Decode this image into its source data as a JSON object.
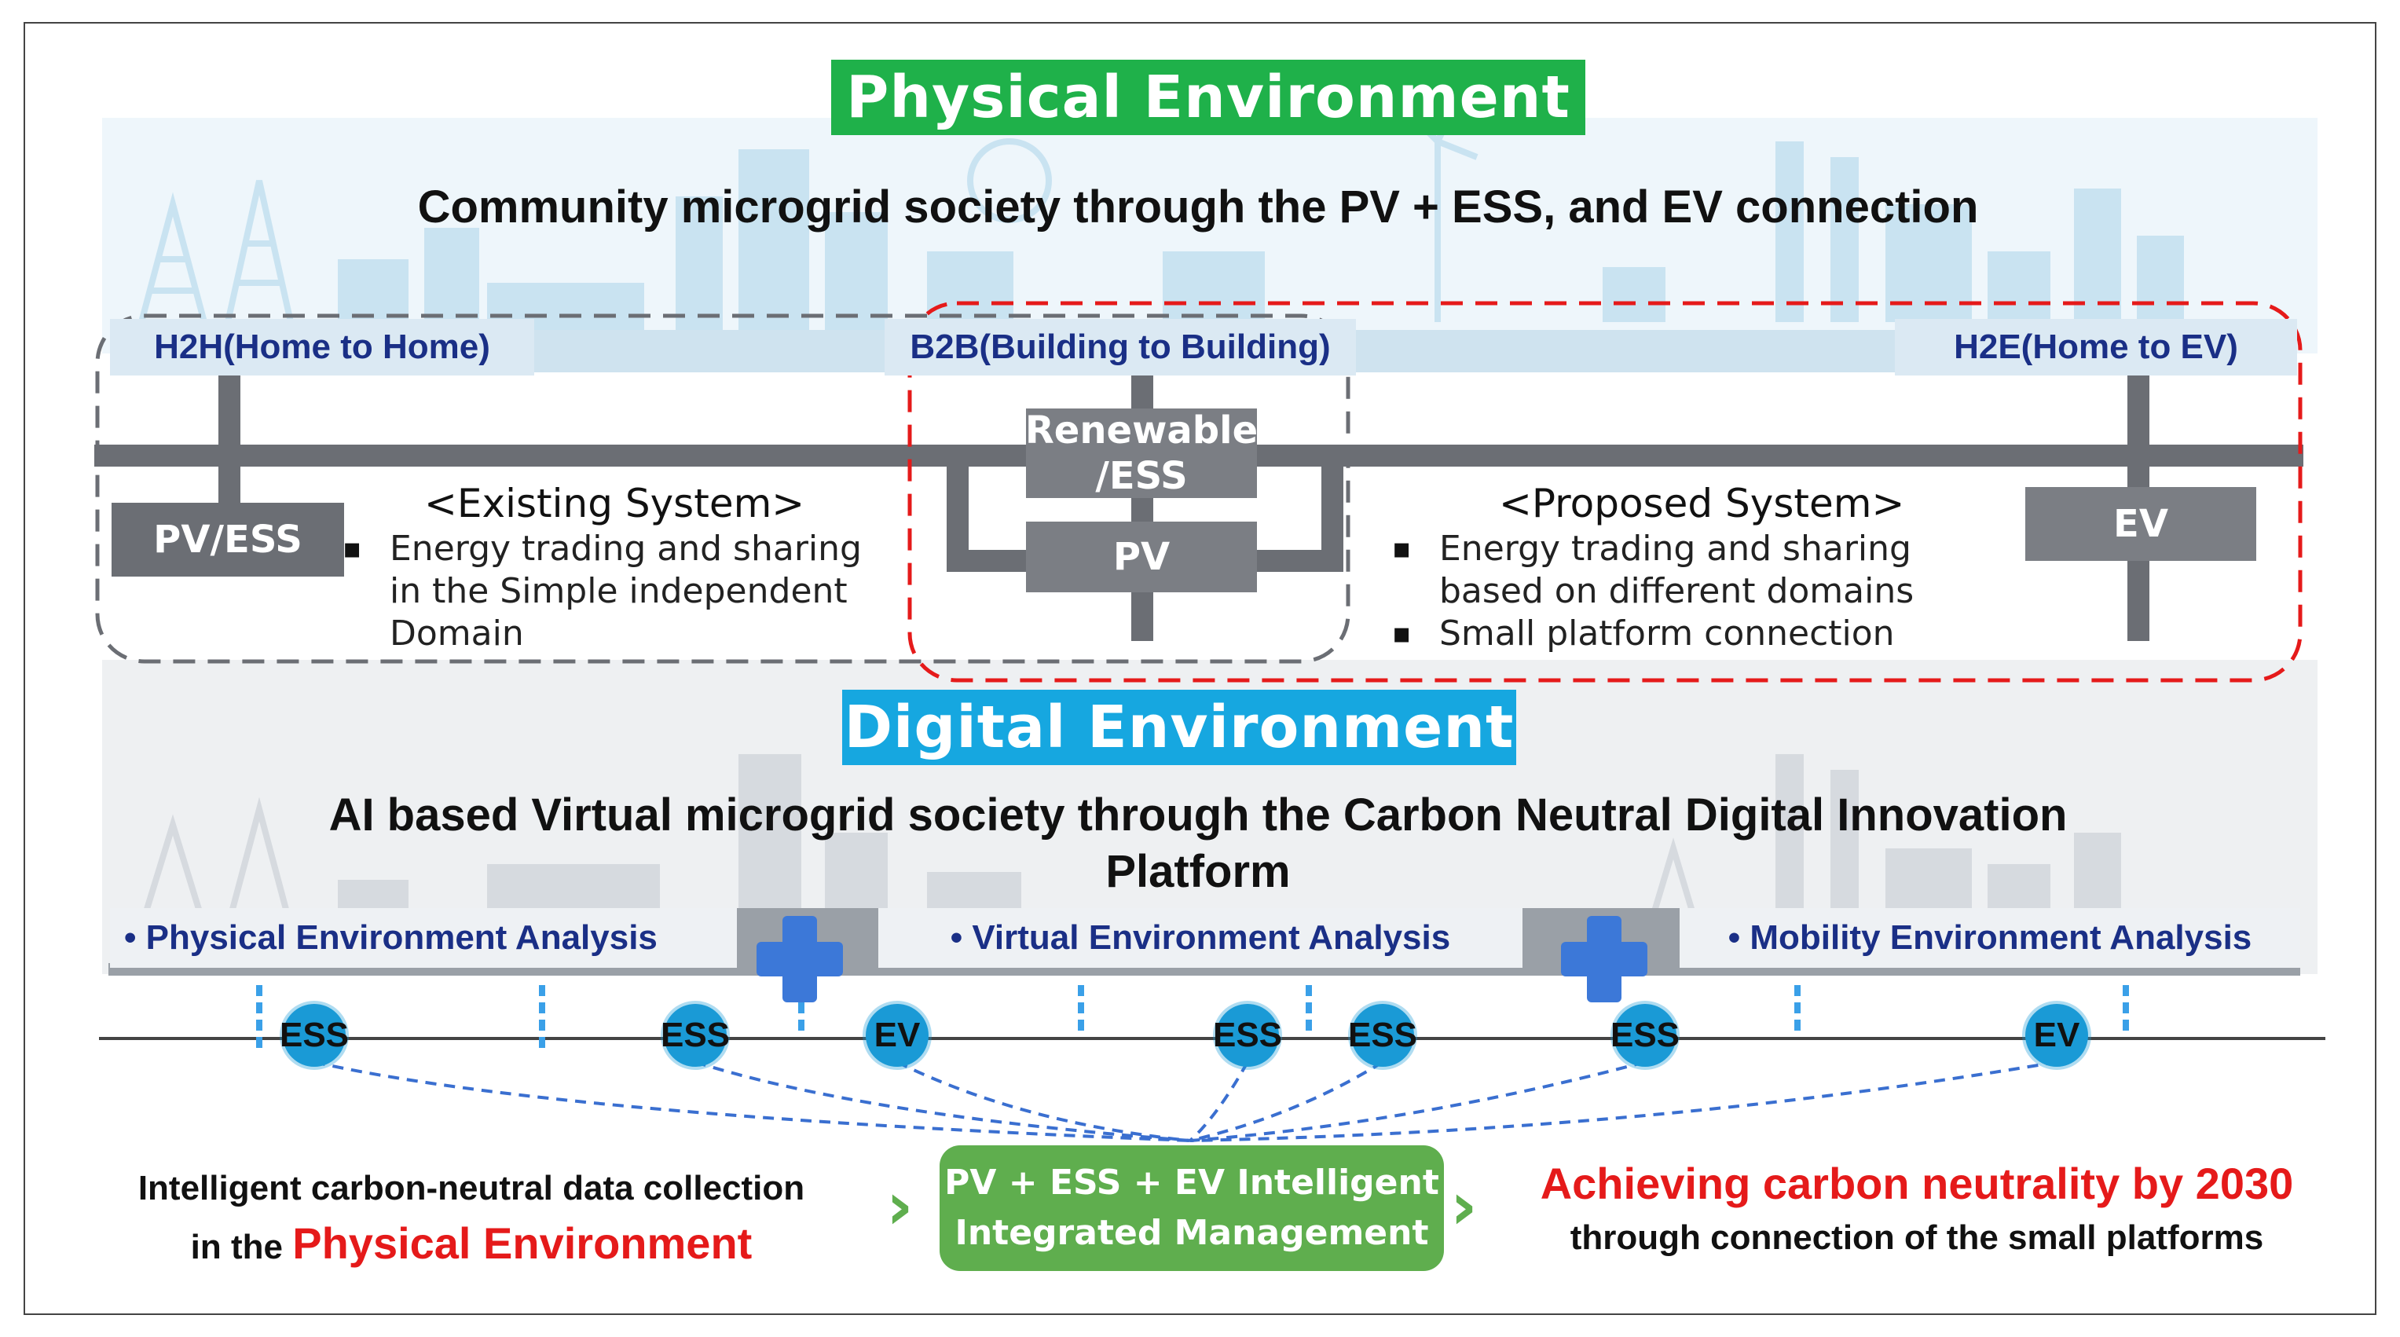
{
  "physical": {
    "banner": "Physical Environment",
    "headline": "Community microgrid society through the PV + ESS, and EV connection",
    "domains": {
      "h2h": "H2H(Home to Home)",
      "b2b": "B2B(Building to Building)",
      "h2e": "H2E(Home to EV)"
    },
    "boxes": {
      "pv_ess": "PV/ESS",
      "renewable_line1": "Renewable",
      "renewable_line2": "/ESS",
      "pv": "PV",
      "ev": "EV"
    },
    "existing": {
      "title": "<Existing System>",
      "item1_line1": "Energy trading and sharing",
      "item1_line2": "in the Simple independent",
      "item1_line3": "Domain"
    },
    "proposed": {
      "title": "<Proposed System>",
      "item1_line1": "Energy trading and sharing",
      "item1_line2": "based on different domains",
      "item2": "Small platform connection"
    }
  },
  "digital": {
    "banner": "Digital Environment",
    "headline_line1": "AI based Virtual microgrid society through the Carbon Neutral Digital Innovation",
    "headline_line2": "Platform",
    "analyses": [
      "• Physical Environment Analysis",
      "• Virtual Environment Analysis",
      "• Mobility Environment Analysis"
    ],
    "plus_symbol": "+",
    "nodes": [
      "ESS",
      "ESS",
      "EV",
      "ESS",
      "ESS",
      "ESS",
      "EV"
    ]
  },
  "bottom": {
    "left_line1": "Intelligent carbon-neutral data collection",
    "left_line2_prefix": "in the ",
    "left_line2_highlight": "Physical Environment",
    "center_line1": "PV + ESS + EV Intelligent",
    "center_line2": "Integrated Management",
    "chevron": "›",
    "right_line1": "Achieving carbon neutrality by 2030",
    "right_line2": "through connection of the small platforms"
  },
  "colors": {
    "green_banner": "#1fb14a",
    "blue_banner": "#16a7e0",
    "accent_red": "#e51a1a",
    "domain_text": "#1a2f86",
    "node_blue": "#1a9ad6",
    "management_green": "#5fae4e"
  }
}
